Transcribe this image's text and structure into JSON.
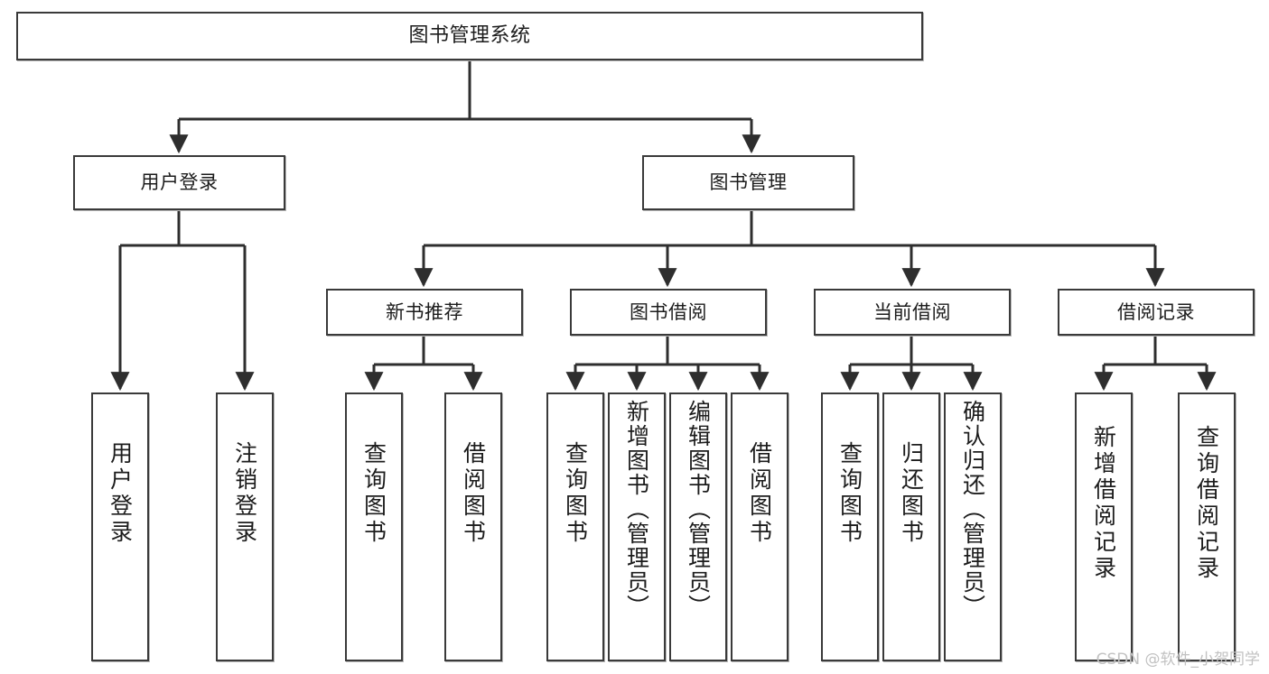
{
  "diagram": {
    "title": "图书管理系统",
    "type": "tree",
    "watermark": "CSDN @软件_小贺同学",
    "colors": {
      "box_border": "#3a3a3a",
      "box_fill": "#ffffff",
      "text": "#1c1c1c",
      "connector": "#2e2e2e",
      "background": "#ffffff",
      "watermark": "#c2c2c2"
    }
  },
  "root": {
    "label": "图书管理系统"
  },
  "level1": [
    {
      "label": "用户登录"
    },
    {
      "label": "图书管理"
    }
  ],
  "level2": [
    {
      "label": "新书推荐"
    },
    {
      "label": "图书借阅"
    },
    {
      "label": "当前借阅"
    },
    {
      "label": "借阅记录"
    }
  ],
  "leaves": {
    "user_login": [
      {
        "label": "用户登录"
      },
      {
        "label": "注销登录"
      }
    ],
    "new_book_recommend": [
      {
        "label": "查询图书"
      },
      {
        "label": "借阅图书"
      }
    ],
    "book_borrow": [
      {
        "label": "查询图书"
      },
      {
        "label": "新增图书（管理员）"
      },
      {
        "label": "编辑图书（管理员）"
      },
      {
        "label": "借阅图书"
      }
    ],
    "current_borrow": [
      {
        "label": "查询图书"
      },
      {
        "label": "归还图书"
      },
      {
        "label": "确认归还（管理员）"
      }
    ],
    "borrow_record": [
      {
        "label": "新增借阅记录"
      },
      {
        "label": "查询借阅记录"
      }
    ]
  }
}
